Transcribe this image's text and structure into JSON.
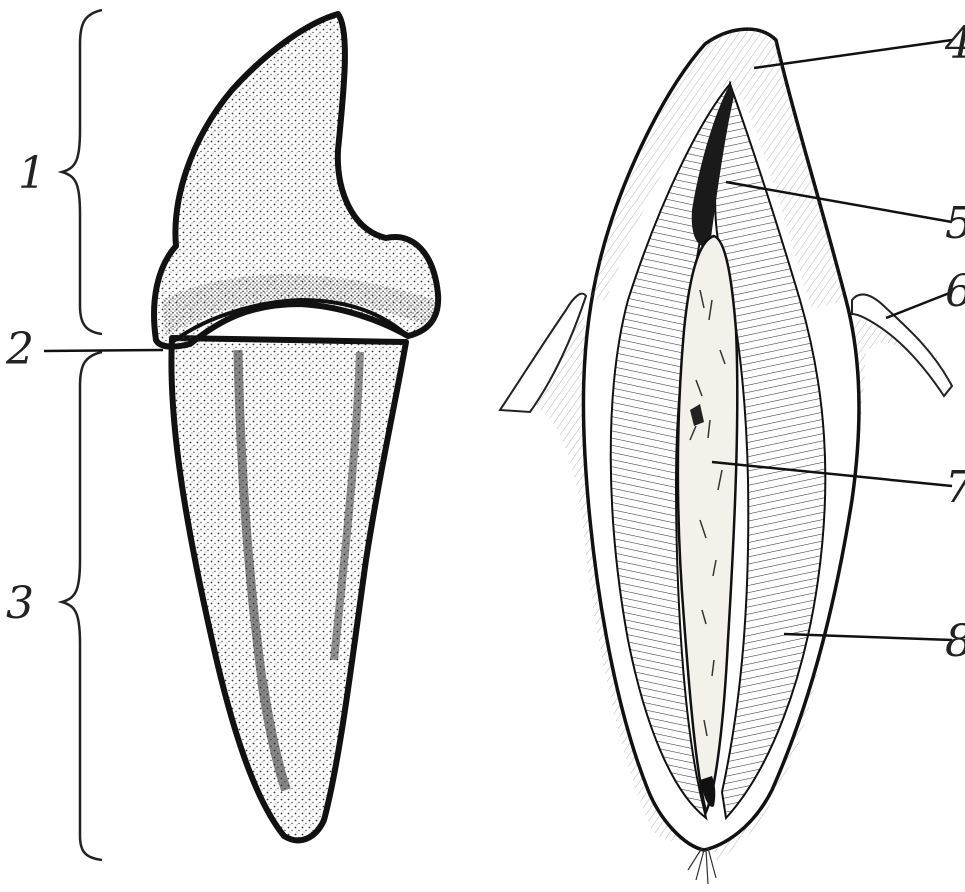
{
  "labels": {
    "l1": "1",
    "l2": "2",
    "l3": "3",
    "l4": "4",
    "l5": "5",
    "l6": "6",
    "l7": "7",
    "l8": "8"
  },
  "colors": {
    "ink": "#1a1a1a",
    "paper": "#ffffff",
    "stipple": "#3a3a3a",
    "pulp": "#f4f1ea"
  }
}
